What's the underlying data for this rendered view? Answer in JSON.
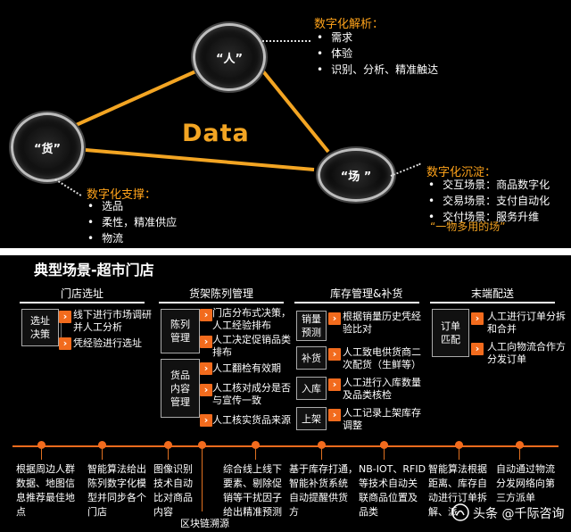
{
  "top": {
    "center_word": "Data",
    "node_ren": {
      "label": "“人”",
      "title": "数字化解析：",
      "items": [
        "需求",
        "体验",
        "识别、分析、精准触达"
      ]
    },
    "node_huo": {
      "label": "“货”",
      "title": "数字化支撑：",
      "items": [
        "选品",
        "柔性，精准供应",
        "物流"
      ]
    },
    "node_chang": {
      "label": "“场 ”",
      "title": "数字化沉淀：",
      "items": [
        "交互场景：商品数字化",
        "交易场景：支付自动化",
        "交付场景：服务升维"
      ],
      "motto": "“一物多用的场”"
    },
    "colors": {
      "accent": "#f3a523",
      "ring": "#bdbdbd"
    }
  },
  "bottom": {
    "title": "典型场景-超市门店",
    "columns": [
      {
        "head": "门店选址",
        "boxes": [
          "选址\n决策"
        ],
        "steps": [
          "线下进行市场调研\n并人工分析",
          "凭经验进行选址"
        ]
      },
      {
        "head": "货架陈列管理",
        "boxes": [
          "陈列\n管理",
          "货品\n内容\n管理"
        ],
        "steps": [
          "门店分布式决策，\n人工经验排布",
          "人工决定促销品类\n排布",
          "人工翻检有效期",
          "人工核对成分是否\n与宣传一致",
          "人工核实货品来源"
        ]
      },
      {
        "head": "库存管理&补货",
        "boxes": [
          "销量\n预测",
          "补货",
          "入库",
          "上架"
        ],
        "steps": [
          "根据销量历史凭经\n验比对",
          "人工致电供货商二\n次配货（生鲜等）",
          "人工进行入库数量\n及品类核检",
          "人工记录上架库存\n调整"
        ]
      },
      {
        "head": "末端配送",
        "boxes": [
          "订单\n匹配"
        ],
        "steps": [
          "人工进行订单分拆\n和合并",
          "人工向物流合作方\n分发订单"
        ]
      }
    ],
    "timeline": [
      "根据周边人群\n数据、地图信\n息推荐最佳地\n点",
      "智能算法给出\n陈列数字化模\n型并同步各个\n门店",
      "图像识别\n技术自动\n比对商品\n内容",
      "综合线上线下\n要素、剔除促\n销等干扰因子\n给出精准预测",
      "基于库存打通，\n智能补货系统\n自动提醒供货\n方",
      "NB-IOT、RFID\n等技术自动关\n联商品位置及\n品类",
      "智能算法根据\n距离、库存自\n动进行订单拆\n解、派",
      "自动通过物流\n分发网络向第\n三方派单"
    ],
    "blockchain": "区块链溯源",
    "watermark": "头条 @千际咨询",
    "colors": {
      "timeline": "#f26b1d"
    }
  }
}
